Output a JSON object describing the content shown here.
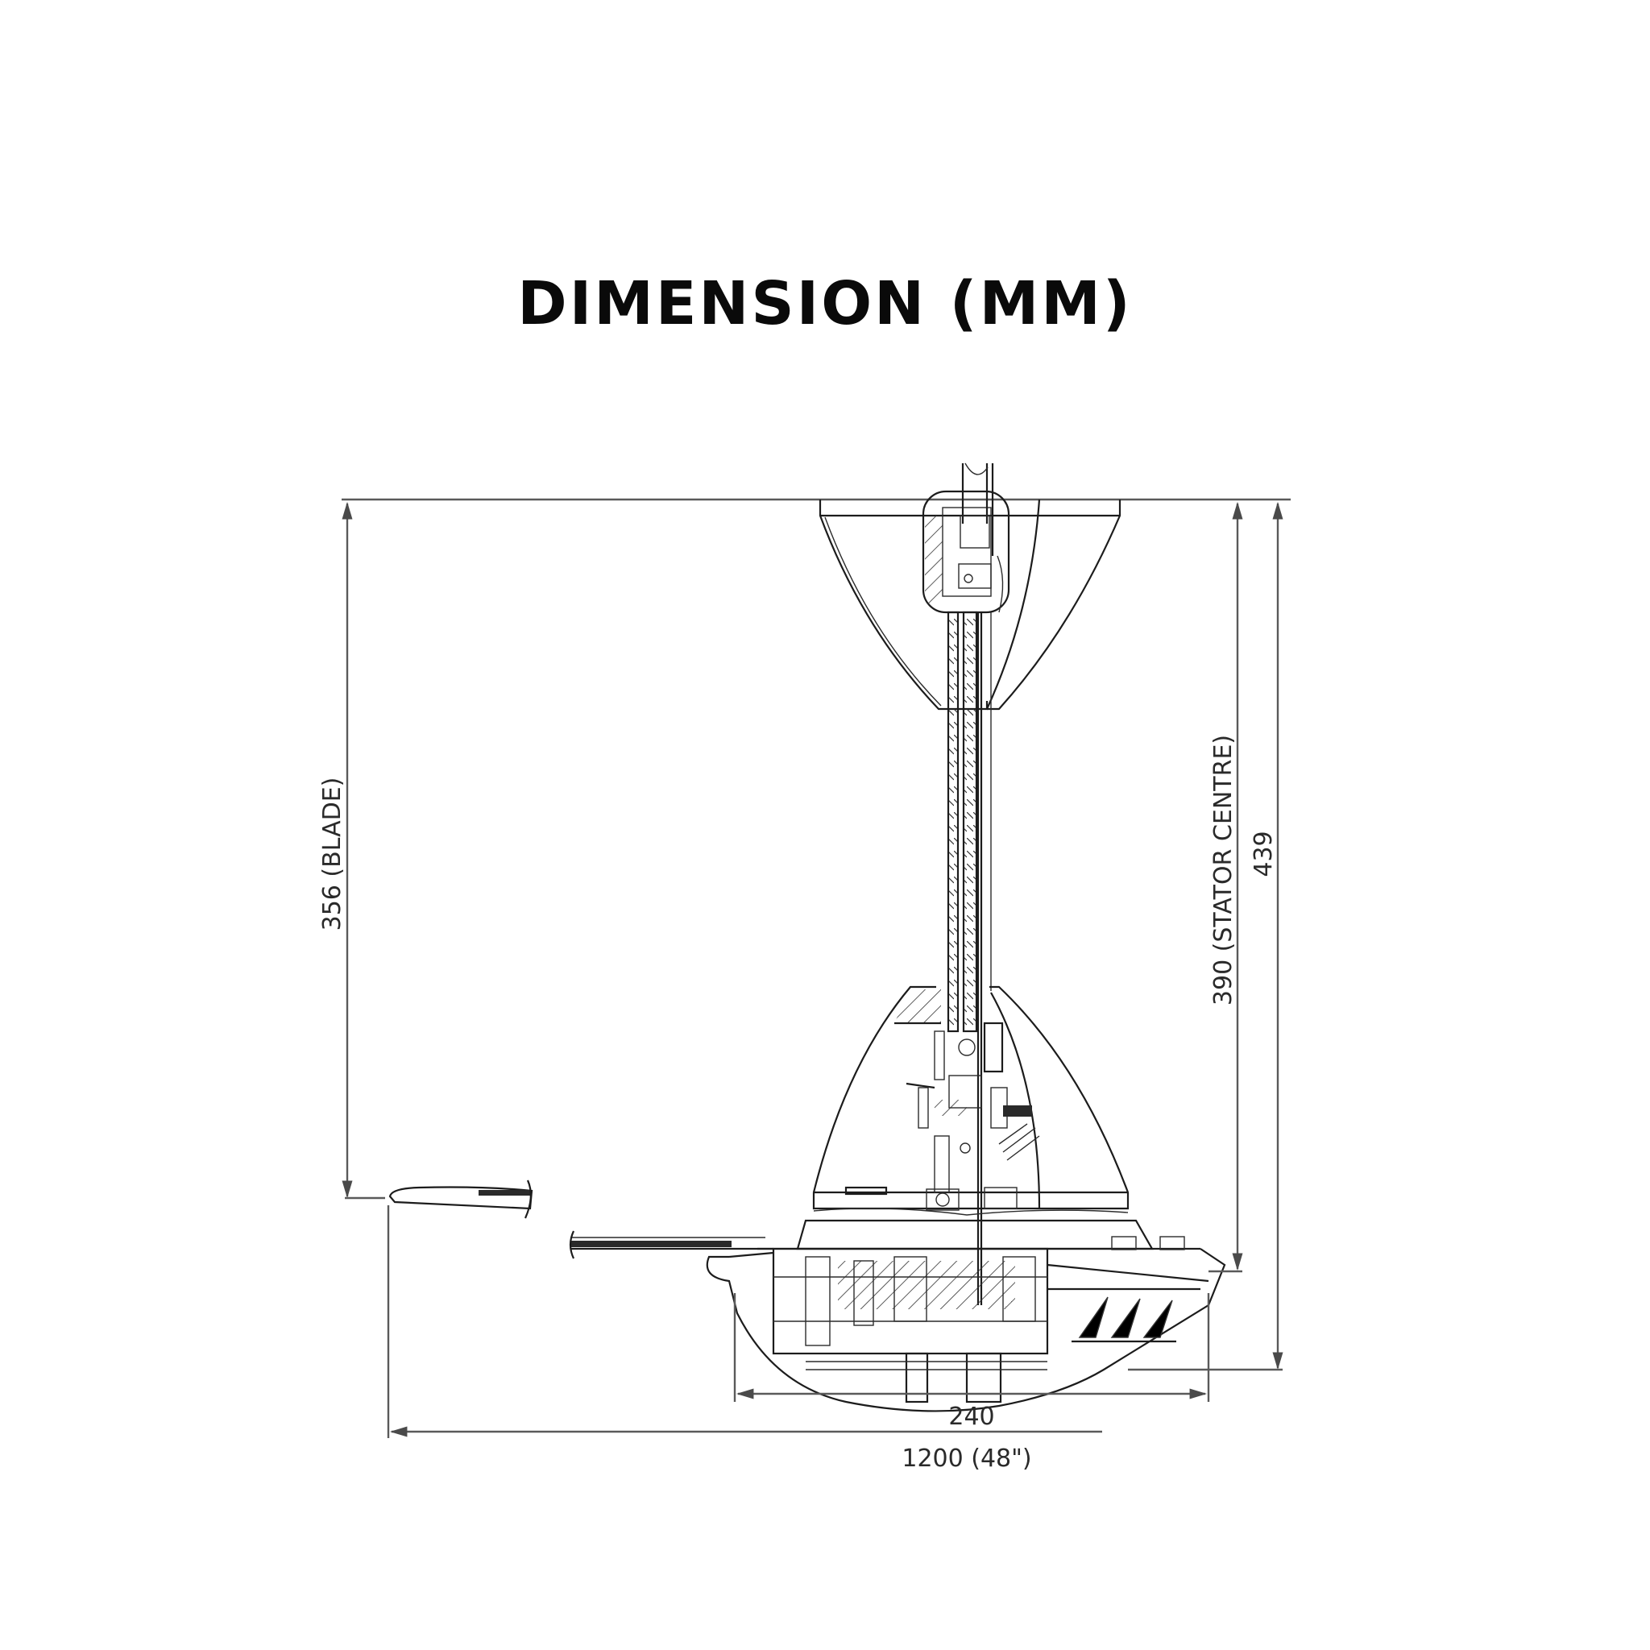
{
  "title": "DIMENSION (MM)",
  "drawing": {
    "subject": "ceiling-fan-cross-section",
    "line_color": "#1c1c1c",
    "dimension_line_color": "#5a5a5a",
    "background": "#ffffff"
  },
  "dimensions": {
    "blade_height": {
      "value": "356",
      "label": "356 (BLADE)",
      "orientation": "vertical"
    },
    "stator_centre_height": {
      "value": "390",
      "label": "390 (STATOR CENTRE)",
      "orientation": "vertical"
    },
    "overall_height": {
      "value": "439",
      "label": "439",
      "orientation": "vertical"
    },
    "motor_width": {
      "value": "240",
      "label": "240",
      "orientation": "horizontal"
    },
    "sweep": {
      "value": "1200",
      "label": "1200 (48\")",
      "orientation": "horizontal"
    }
  }
}
